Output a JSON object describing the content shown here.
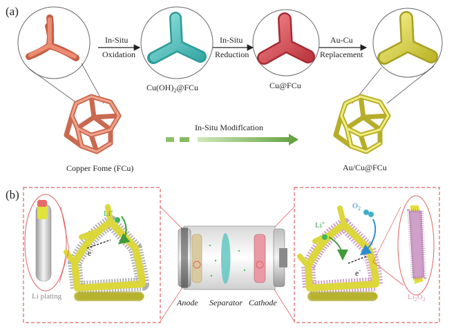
{
  "panel_a": {
    "label": "(a)",
    "steps": [
      {
        "line1": "In-Situ",
        "line2": "Oxidation"
      },
      {
        "line1": "In-Situ",
        "line2": "Reduction"
      },
      {
        "line1": "Au-Cu",
        "line2": "Replacement"
      }
    ],
    "products": {
      "copper_foam": "Copper Fome (FCu)",
      "cuoh_pre": "Cu(OH)",
      "cuoh_sub": "2",
      "cuoh_post": "@FCu",
      "cu_fcu": "Cu@FCu",
      "au_cu_fcu": "Au/Cu@FCu"
    },
    "modification_label": "In-Situ Modiflcation"
  },
  "panel_b": {
    "label": "(b)",
    "left": {
      "li_ion": "Li",
      "li_sup": "+",
      "electron": "e",
      "e_sup": "-",
      "li_plating": "Li plating"
    },
    "cell": {
      "anode": "Anode",
      "separator": "Separator",
      "cathode": "Cathode"
    },
    "right": {
      "li_ion": "Li",
      "li_sup": "+",
      "oxygen": "O",
      "o_sub": "2",
      "electron": "e",
      "e_sup": "-",
      "li2o2_pre": "Li",
      "li2o2_sub": "2",
      "li2o2_post": "O",
      "li2o2_sub2": "2"
    }
  },
  "colors": {
    "copper": "#e8836a",
    "copper_dark": "#c25a40",
    "cyan": "#5ec9c6",
    "cyan_dark": "#2e9a98",
    "red": "#e1545b",
    "red_dark": "#a82a32",
    "yellow": "#e8e35a",
    "yellow_dark": "#a7a021",
    "green_arrow": "#6cab4c",
    "dash_red": "#e06060",
    "oxygen_blue": "#3a9ed6",
    "li2o2_pink": "#cfa0c8",
    "li_plating_text": "#8a8a8a",
    "li2o2_text": "#d98fb8"
  }
}
